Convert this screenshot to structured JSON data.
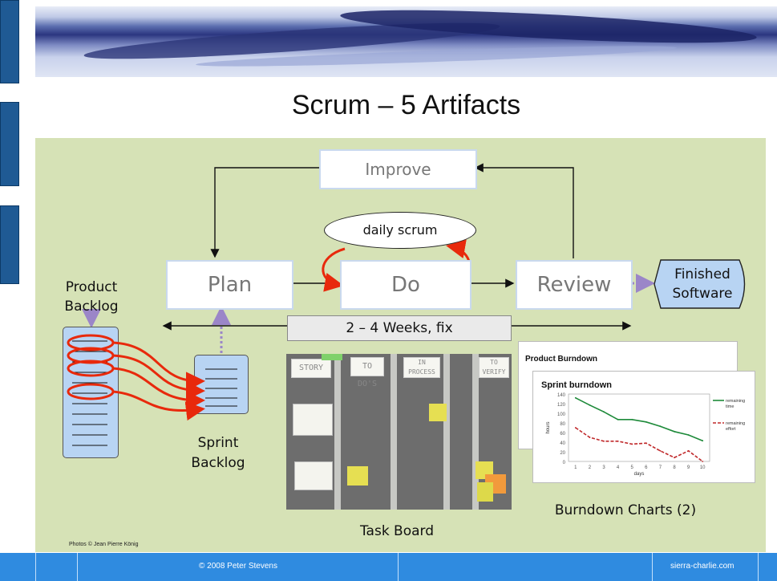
{
  "slide": {
    "title": "Scrum – 5 Artifacts",
    "steps": {
      "improve": "Improve",
      "plan": "Plan",
      "do": "Do",
      "review": "Review"
    },
    "daily_scrum": "daily scrum",
    "weeks_label": "2 – 4 Weeks, fix",
    "finished_software": [
      "Finished",
      "Software"
    ],
    "product_backlog": [
      "Product",
      "Backlog"
    ],
    "sprint_backlog": [
      "Sprint",
      "Backlog"
    ],
    "task_board_label": "Task Board",
    "task_board_headers": [
      "STORY",
      "TO DO'S",
      "IN PROCESS",
      "TO VERIFY"
    ],
    "burndown_label": "Burndown Charts (2)",
    "product_burndown_title": "Product Burndown",
    "photo_credit": "Photos © Jean Pierre König"
  },
  "chart_data": {
    "type": "line",
    "title": "Sprint burndown",
    "xlabel": "days",
    "ylabel": "hours",
    "x": [
      1,
      2,
      3,
      4,
      5,
      6,
      7,
      8,
      9,
      10
    ],
    "ylim": [
      0,
      140
    ],
    "yticks": [
      0,
      20,
      40,
      60,
      80,
      100,
      120,
      140
    ],
    "series": [
      {
        "name": "remaining time",
        "values": [
          132,
          117,
          103,
          87,
          87,
          82,
          73,
          62,
          55,
          43
        ],
        "color": "#1e8a3a",
        "style": "solid"
      },
      {
        "name": "remaining effort",
        "values": [
          70,
          50,
          42,
          42,
          36,
          38,
          22,
          8,
          22,
          0
        ],
        "color": "#c0282a",
        "style": "dashed"
      }
    ]
  },
  "footer": {
    "copyright": "© 2008 Peter Stevens",
    "site": "sierra-charlie.com"
  },
  "colors": {
    "panel": "#d6e2b6",
    "footer": "#2f8be0",
    "blue_box": "#b8d4f3",
    "arrow_red": "#e8290c"
  }
}
